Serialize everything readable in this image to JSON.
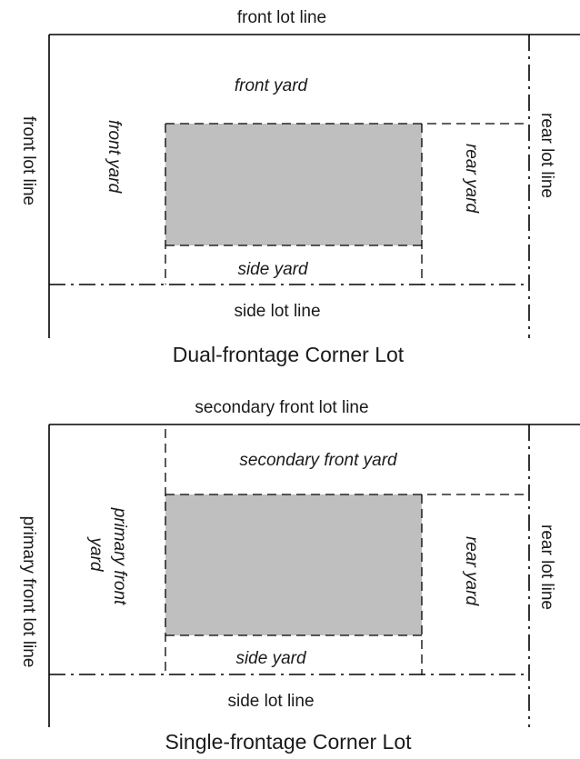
{
  "diagrams": [
    {
      "caption": "Dual-frontage Corner Lot",
      "top_line_label": "front lot line",
      "left_line_label": "front lot line",
      "right_line_label": "rear lot line",
      "bottom_line_label": "side lot line",
      "top_yard_label": "front yard",
      "left_yard_label": "front yard",
      "right_yard_label": "rear yard",
      "bottom_yard_label": "side yard"
    },
    {
      "caption": "Single-frontage Corner Lot",
      "top_line_label": "secondary front lot line",
      "left_line_label": "primary front lot line",
      "right_line_label": "rear lot line",
      "bottom_line_label": "side lot line",
      "top_yard_label": "secondary front yard",
      "left_yard_label_line1": "primary front",
      "left_yard_label_line2": "yard",
      "right_yard_label": "rear yard",
      "bottom_yard_label": "side yard"
    }
  ],
  "colors": {
    "building_fill": "#bfbfbf",
    "line": "#000000"
  }
}
